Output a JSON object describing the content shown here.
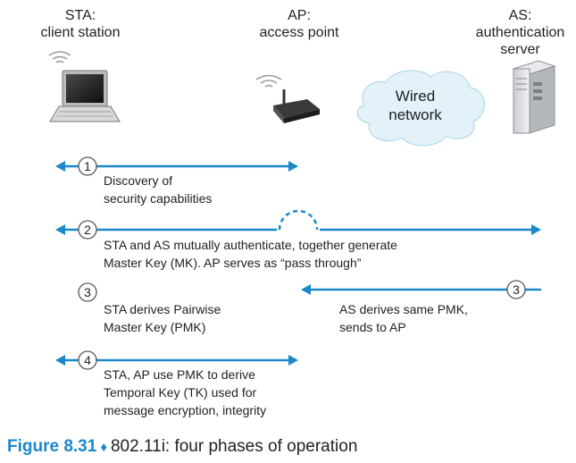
{
  "nodes": {
    "sta": {
      "line1": "STA:",
      "line2": "client station"
    },
    "ap": {
      "line1": "AP:",
      "line2": "access point"
    },
    "as": {
      "line1": "AS:",
      "line2": "authentication",
      "line3": "server"
    },
    "cloud": {
      "line1": "Wired",
      "line2": "network"
    }
  },
  "phases": {
    "p1": {
      "num": "1",
      "line1": "Discovery of",
      "line2": "security capabilities"
    },
    "p2": {
      "num": "2",
      "line1": "STA and AS mutually authenticate, together generate",
      "line2": "Master Key (MK). AP serves as “pass through”"
    },
    "p3_sta": {
      "num": "3",
      "line1": "STA derives Pairwise",
      "line2": "Master Key (PMK)"
    },
    "p3_as": {
      "num": "3",
      "line1": "AS derives same PMK,",
      "line2": "sends to AP"
    },
    "p4": {
      "num": "4",
      "line1": "STA, AP use PMK to derive",
      "line2": "Temporal Key (TK) used for",
      "line3": "message encryption, integrity"
    }
  },
  "caption": {
    "label": "Figure 8.31",
    "separator": "♦",
    "text": "802.11i: four phases of operation"
  },
  "colors": {
    "accent": "#1a88c9"
  }
}
